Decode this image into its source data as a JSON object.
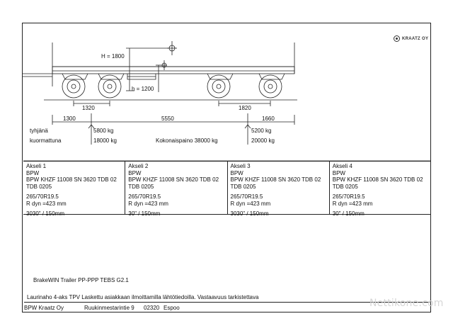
{
  "brand": {
    "name": "KRAATZ OY",
    "icon": "kraatz-logo-icon"
  },
  "dimensions": {
    "height_total": "H = 1800",
    "height_frame": "h = 1200",
    "axle_spacing_front": "1320",
    "axle_spacing_rear": "1820",
    "front_overhang": "1300",
    "wheelbase": "5550",
    "rear_overhang": "1660"
  },
  "weights": {
    "empty_label": "tyhjänä",
    "loaded_label": "kuormattuna",
    "front_empty": "5800 kg",
    "front_loaded": "18000 kg",
    "rear_empty": "5200 kg",
    "rear_loaded": "20000 kg",
    "total": "Kokonaispaino 38000 kg"
  },
  "axles": [
    {
      "name": "Akseli 1",
      "make": "BPW",
      "model": "BPW KHZF 11008 SN 3620 TDB 02 TDB 0205",
      "tire": "265/70R19.5",
      "rdyn": "R dyn =423 mm",
      "brake": "3030\" / 150mm"
    },
    {
      "name": "Akseli 2",
      "make": "BPW",
      "model": "BPW KHZF 11008 SN 3620 TDB 02 TDB 0205",
      "tire": "265/70R19.5",
      "rdyn": "R dyn =423 mm",
      "brake": "30\" / 150mm"
    },
    {
      "name": "Akseli 3",
      "make": "BPW",
      "model": "BPW KHZF 11008 SN 3620 TDB 02 TDB 0205",
      "tire": "265/70R19.5",
      "rdyn": "R dyn =423 mm",
      "brake": "3030\" / 150mm"
    },
    {
      "name": "Akseli 4",
      "make": "BPW",
      "model": "BPW KHZF 11008 SN 3620 TDB 02 TDB 0205",
      "tire": "265/70R19.5",
      "rdyn": "R dyn =423 mm",
      "brake": "30\" / 150mm"
    }
  ],
  "footer": {
    "software": "BrakeWIN  Trailer PP-PPP TEBS G2.1",
    "note": "Laurinaho 4-aks TPV  Laskettu asiakkaan ilmoittamilla lähtötiedoilla. Vastaavuus tarkistettava",
    "company": "BPW Kraatz Oy",
    "street": "Ruukinmestarintie 9",
    "postcode": "02320",
    "city": "Espoo"
  },
  "watermark": "Nettikone.com"
}
